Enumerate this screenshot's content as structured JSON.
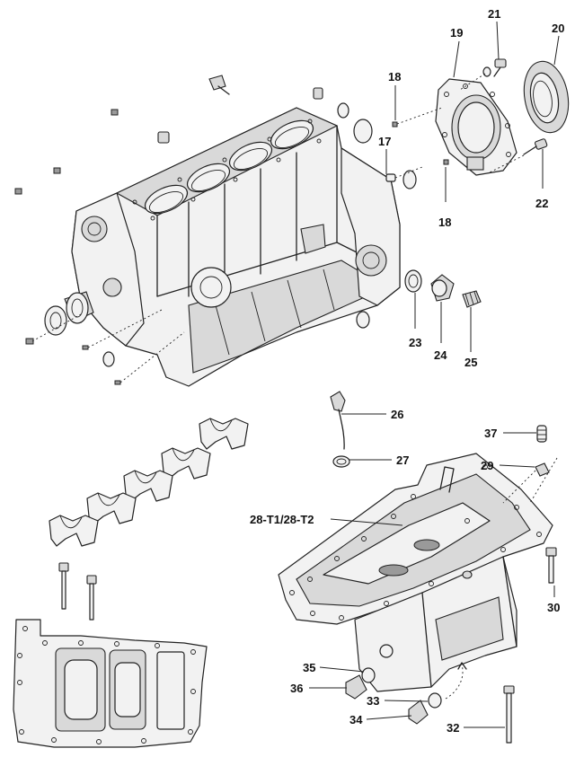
{
  "callouts": [
    {
      "id": "c17",
      "text": "17"
    },
    {
      "id": "c18a",
      "text": "18"
    },
    {
      "id": "c18b",
      "text": "18"
    },
    {
      "id": "c19",
      "text": "19"
    },
    {
      "id": "c20",
      "text": "20"
    },
    {
      "id": "c21",
      "text": "21"
    },
    {
      "id": "c22",
      "text": "22"
    },
    {
      "id": "c23",
      "text": "23"
    },
    {
      "id": "c24",
      "text": "24"
    },
    {
      "id": "c25",
      "text": "25"
    },
    {
      "id": "c26",
      "text": "26"
    },
    {
      "id": "c27",
      "text": "27"
    },
    {
      "id": "c28",
      "text": "28-T1/28-T2"
    },
    {
      "id": "c29",
      "text": "29"
    },
    {
      "id": "c30",
      "text": "30"
    },
    {
      "id": "c32",
      "text": "32"
    },
    {
      "id": "c33",
      "text": "33"
    },
    {
      "id": "c34",
      "text": "34"
    },
    {
      "id": "c35",
      "text": "35"
    },
    {
      "id": "c36",
      "text": "36"
    },
    {
      "id": "c37",
      "text": "37"
    }
  ]
}
